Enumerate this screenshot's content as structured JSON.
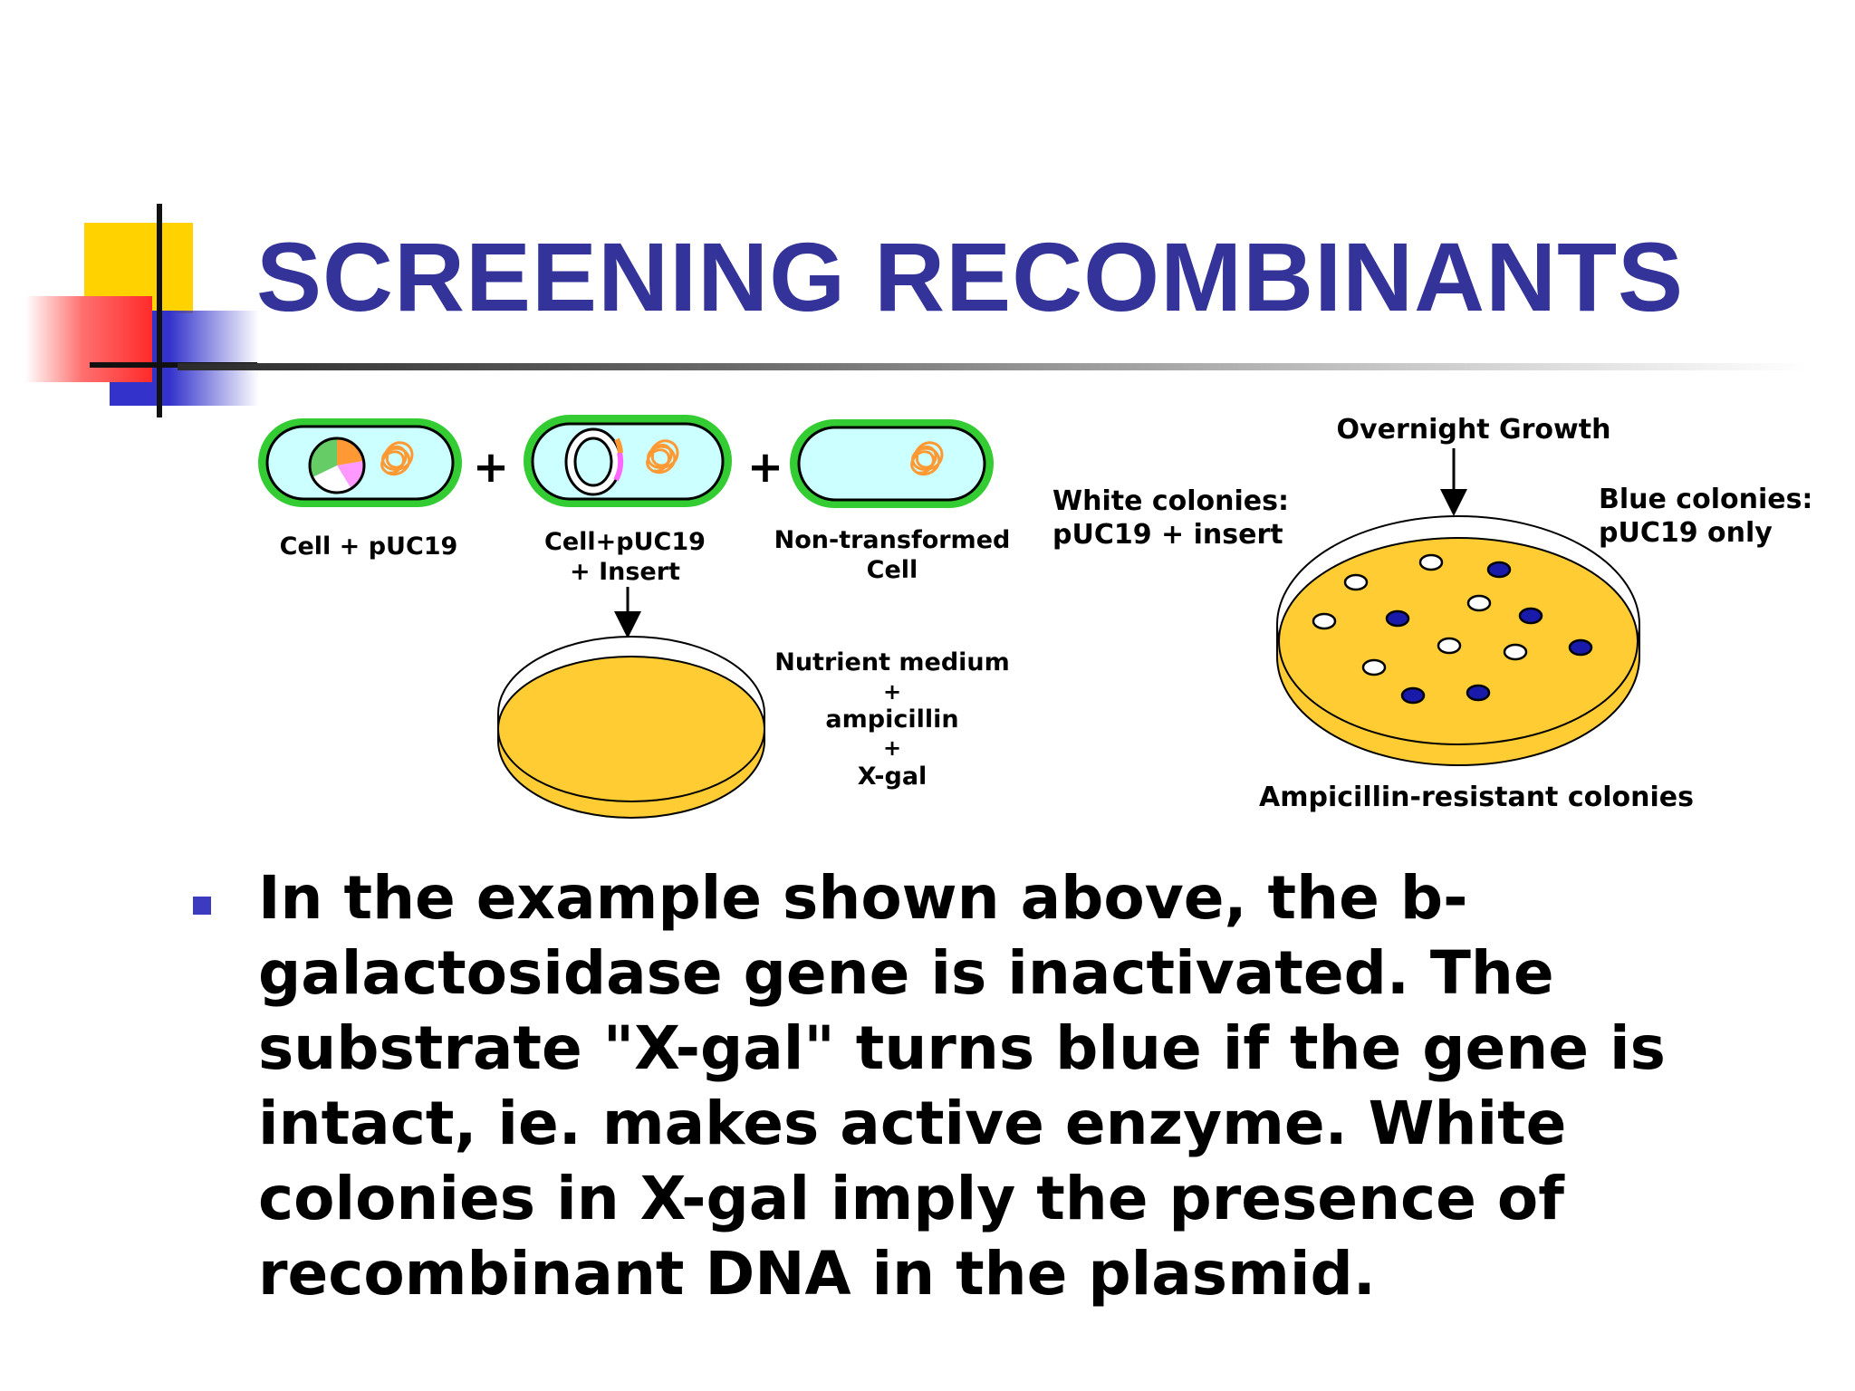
{
  "slide": {
    "title": "SCREENING RECOMBINANTS",
    "bullet": "In the example shown above, the b-galactosidase gene is inactivated. The substrate \"X-gal\" turns blue if the gene is intact, ie. makes active enzyme. White colonies in X-gal imply the presence of recombinant DNA in the plasmid."
  },
  "diagram": {
    "plus_sign": "+",
    "cell_labels": {
      "cell1": "Cell + pUC19",
      "cell2_line1": "Cell+pUC19",
      "cell2_line2": "+ Insert",
      "cell3_line1": "Non-transformed",
      "cell3_line2": "Cell"
    },
    "medium": {
      "line1": "Nutrient medium",
      "plus1": "+",
      "line2": "ampicillin",
      "plus2": "+",
      "line3": "X-gal"
    },
    "overnight": "Overnight Growth",
    "white_label_line1": "White colonies:",
    "white_label_line2": "pUC19 + insert",
    "blue_label_line1": "Blue colonies:",
    "blue_label_line2": "pUC19 only",
    "bottom_label": "Ampicillin-resistant colonies"
  },
  "colors": {
    "title": "#333399",
    "cell_fill": "#ccffff",
    "cell_border": "#33cc33",
    "plate_agar": "#ffcc33",
    "blue_colony": "#1a1aaa",
    "white_colony": "#ffffff",
    "dna_coil": "#ff9933"
  }
}
